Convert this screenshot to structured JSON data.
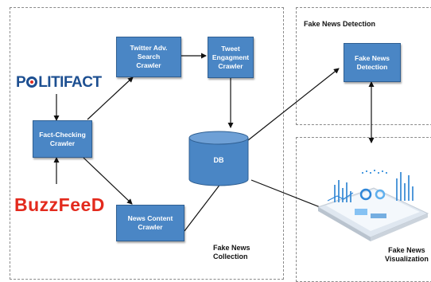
{
  "regions": {
    "collection_label": "Fake News\nCollection",
    "detection_label": "Fake News Detection",
    "visualization_label": "Fake News\nVisualization"
  },
  "sources": {
    "politifact_part1": "P",
    "politifact_part2": "LITIFACT",
    "buzzfeed": "BuzzFeeD"
  },
  "nodes": {
    "fact_checking": "Fact-Checking\nCrawler",
    "twitter_search": "Twitter Adv.\nSearch\nCrawler",
    "tweet_engagement": "Tweet\nEngagment\nCrawler",
    "news_content": "News Content\nCrawler",
    "db": "DB",
    "detection": "Fake News\nDetection"
  },
  "colors": {
    "node_fill": "#4a86c5",
    "politifact_blue": "#1d4f91",
    "politifact_red": "#e02b20",
    "buzzfeed_red": "#e32a1d"
  }
}
